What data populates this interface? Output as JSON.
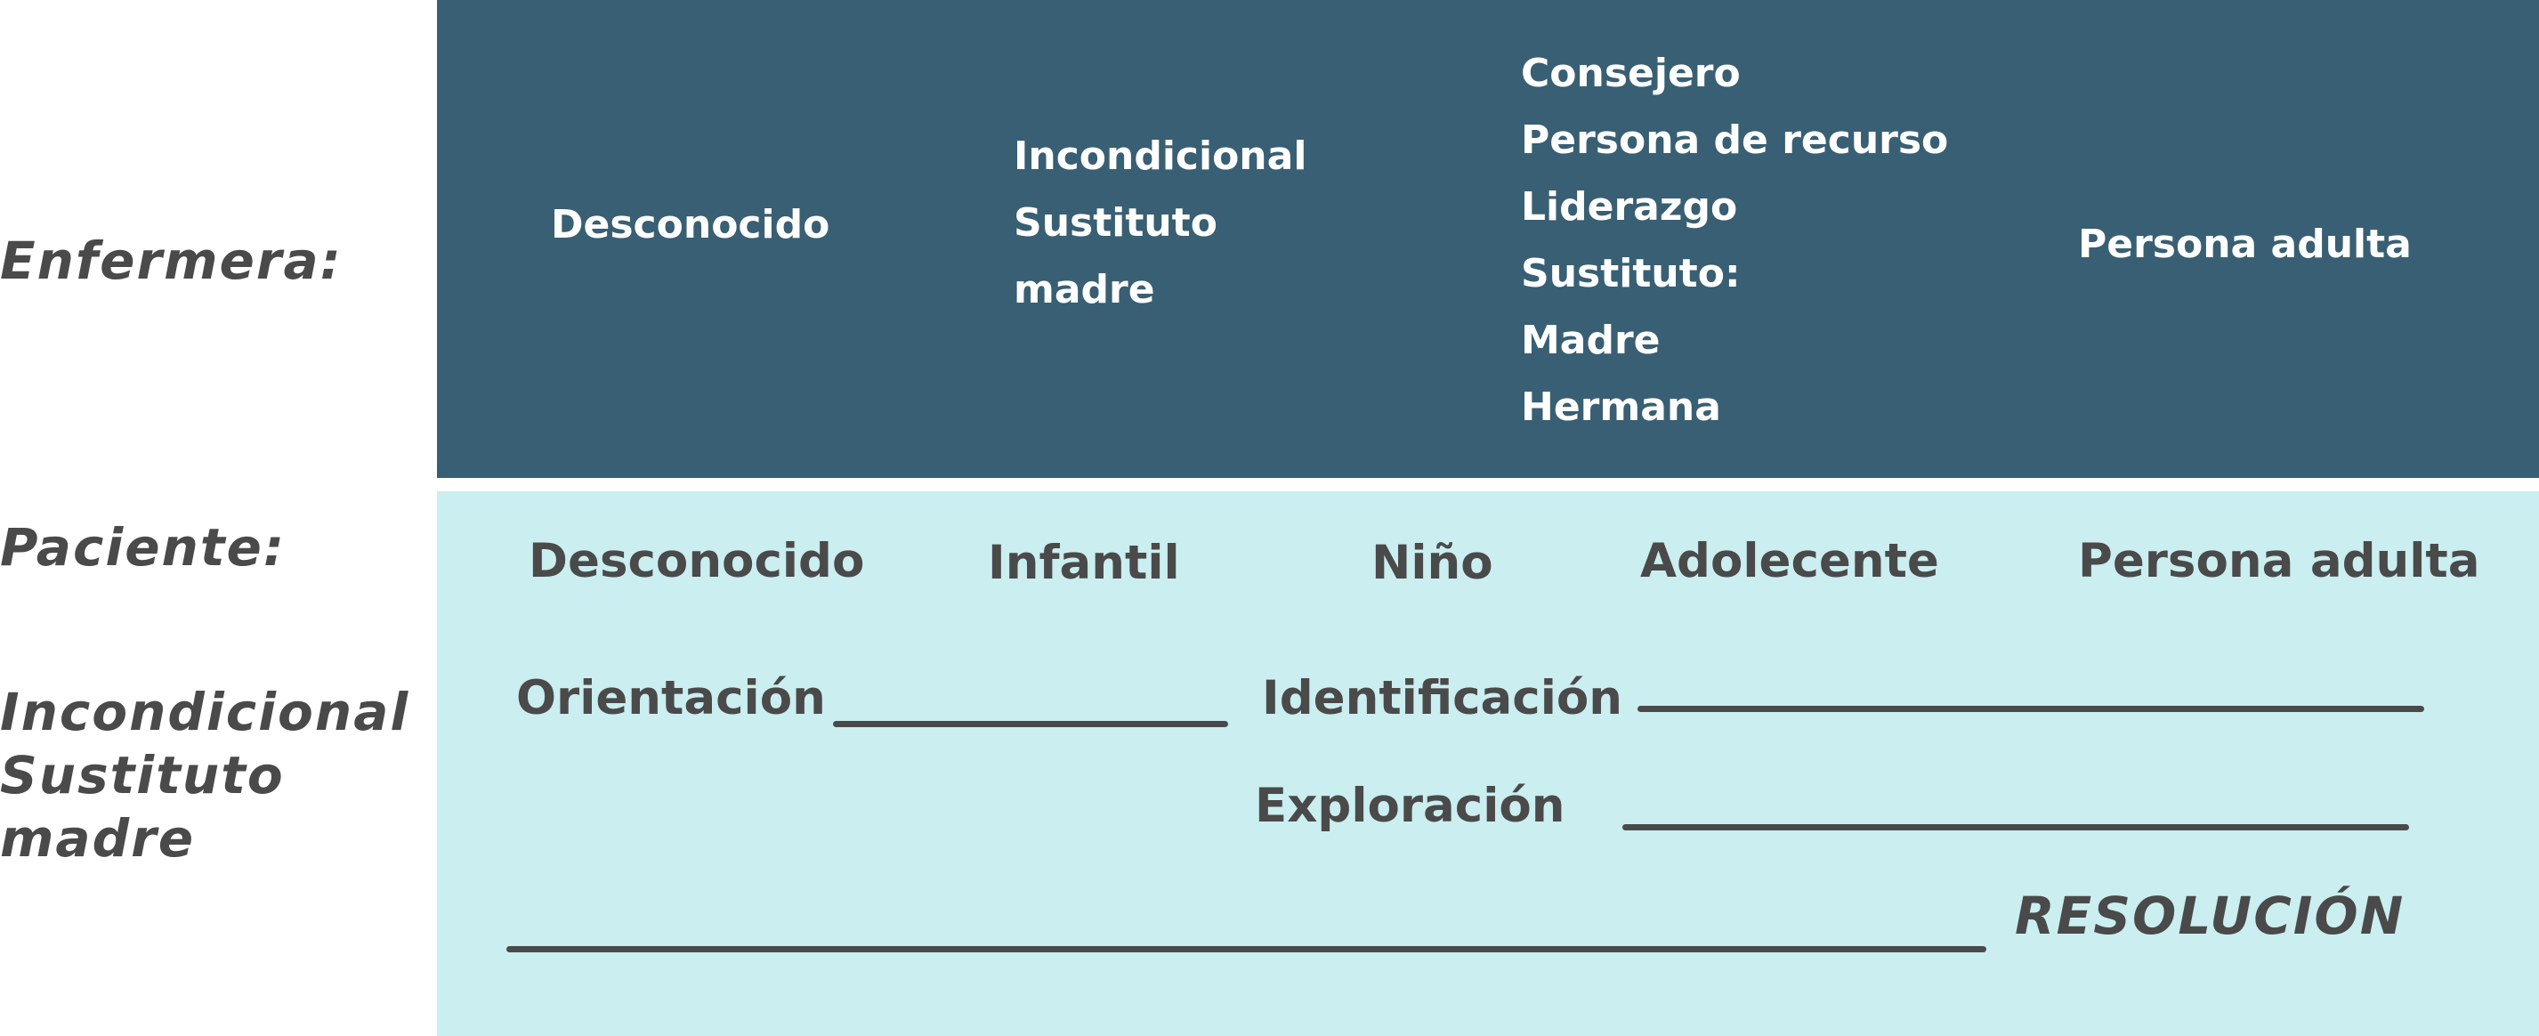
{
  "rows": {
    "nurse_label": "Enfermera:",
    "patient_label": "Paciente:",
    "substitute_label": [
      "Incondicional",
      "Sustituto",
      "madre"
    ]
  },
  "nurse_roles": {
    "col1": "Desconocido",
    "col2": [
      "Incondicional",
      "Sustituto",
      "madre"
    ],
    "col3": [
      "Consejero",
      "Persona de recurso",
      "Liderazgo",
      "Sustituto:",
      "Madre",
      "Hermana"
    ],
    "col4": "Persona adulta"
  },
  "patient_stages": [
    "Desconocido",
    "Infantil",
    "Niño",
    "Adolecente",
    "Persona adulta"
  ],
  "phases": {
    "orientation": "Orientación",
    "identification": "Identificación",
    "exploration": "Exploración",
    "resolution": "RESOLUCIÓN"
  },
  "colors": {
    "nurse_band": "#385f73",
    "patient_band": "#cbeef0",
    "text_dark": "#4a4a4a"
  }
}
